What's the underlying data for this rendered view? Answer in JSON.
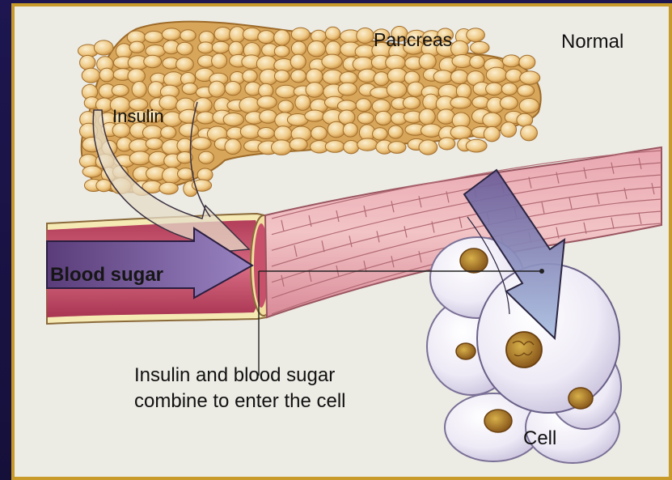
{
  "slide": {
    "frame_color": "#c79a2a",
    "background_color": "#1a1444"
  },
  "diagram": {
    "label_pancreas": "Pancreas",
    "label_normal": "Normal",
    "label_insulin": "Insulin",
    "label_blood_sugar": "Blood sugar",
    "caption_line1": "Insulin and blood sugar",
    "caption_line2": "combine to enter the cell",
    "label_cell": "Cell"
  }
}
